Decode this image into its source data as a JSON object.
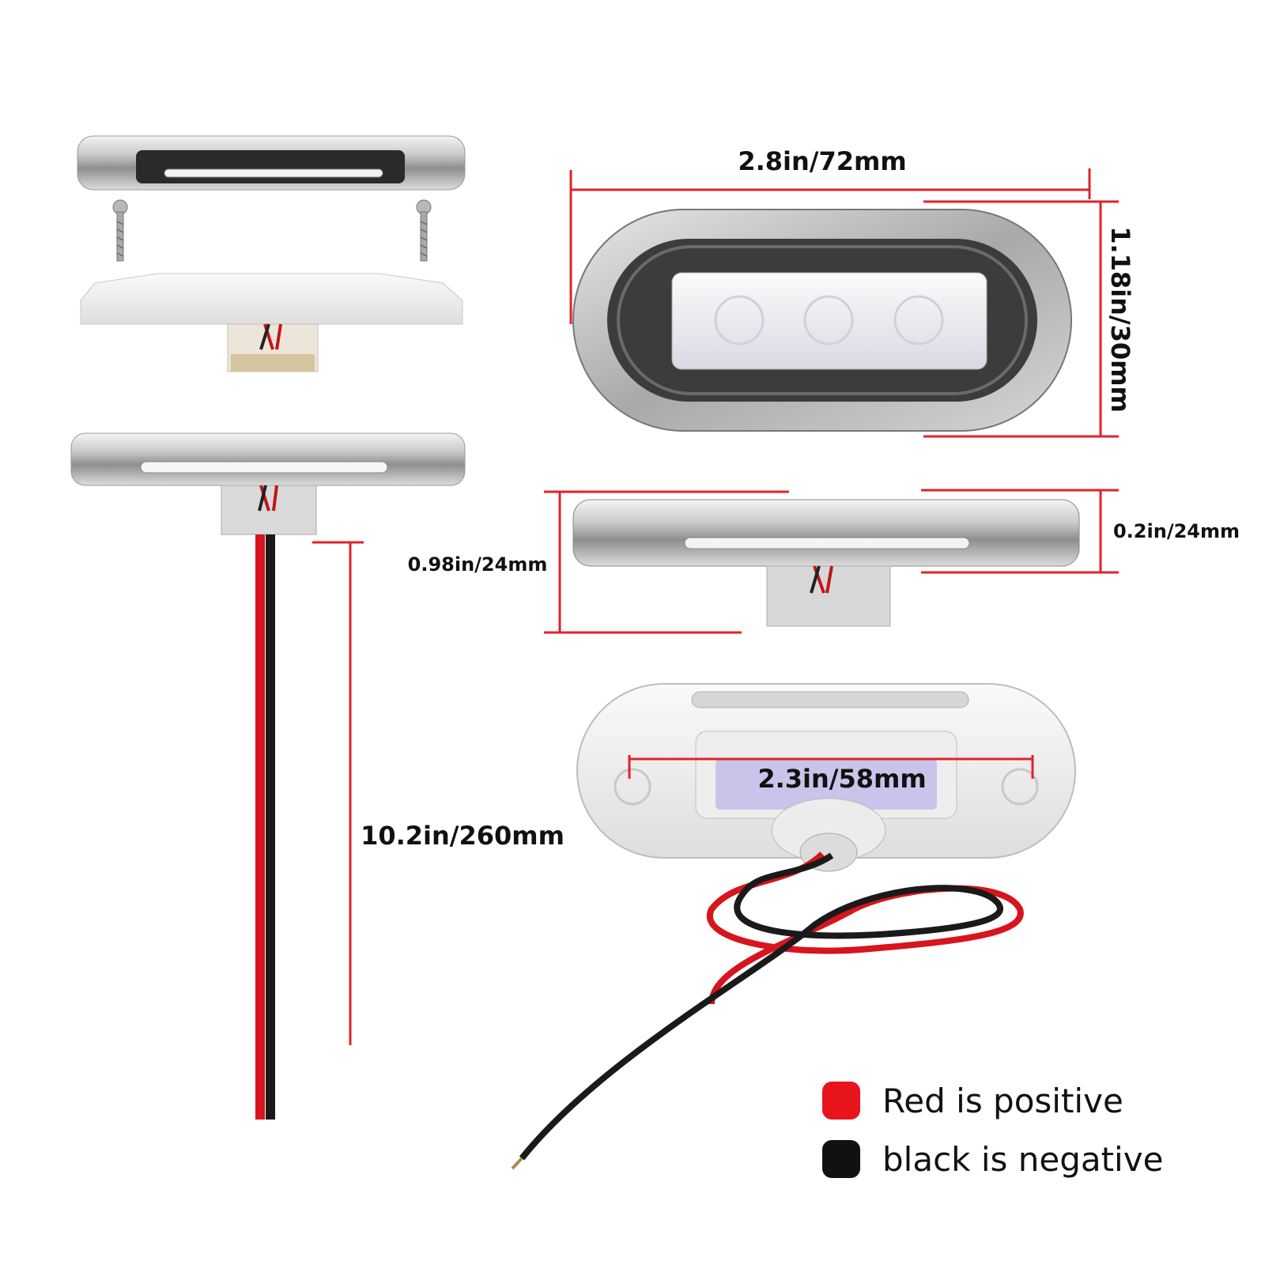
{
  "dimensions": {
    "length": "2.8in/72mm",
    "width": "1.18in/30mm",
    "total_height": "0.98in/24mm",
    "flange_height": "0.2in/24mm",
    "hole_spacing": "2.3in/58mm",
    "wire_length": "10.2in/260mm"
  },
  "legend": {
    "red": {
      "label": "Red is positive",
      "color": "#e8141b"
    },
    "black": {
      "label": "black is negative",
      "color": "#111111"
    }
  },
  "colors": {
    "dimension_line": "#e0232b",
    "wire_red": "#d8141c",
    "wire_black": "#1a1a1a"
  }
}
